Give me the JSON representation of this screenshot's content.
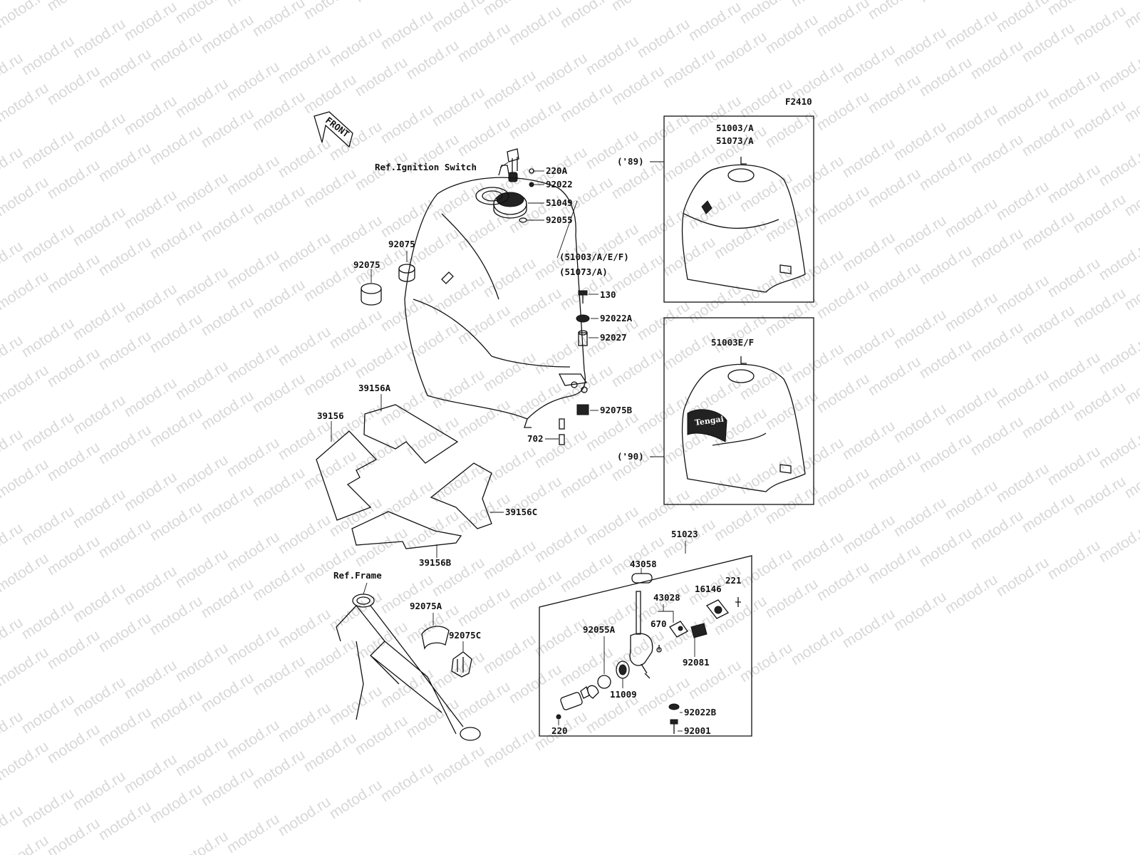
{
  "watermark": "motod.ru",
  "figure_code": "F2410",
  "front_arrow": "FRONT",
  "references": {
    "ignition_switch": "Ref.Ignition Switch",
    "frame": "Ref.Frame"
  },
  "model_years": {
    "y89": "('89)",
    "y90": "('90)"
  },
  "tank_labels": {
    "main_line1": "(51003/A/E/F)",
    "main_line2": "(51073/A)",
    "box89_line1": "51003/A",
    "box89_line2": "51073/A",
    "box90": "51003E/F",
    "assembly_51023": "51023"
  },
  "parts": {
    "p220A": "220A",
    "p92022": "92022",
    "p51049": "51049",
    "p92055": "92055",
    "p92075_top": "92075",
    "p92075_left": "92075",
    "p130": "130",
    "p92022A": "92022A",
    "p92027": "92027",
    "p92075B": "92075B",
    "p702": "702",
    "p39156A": "39156A",
    "p39156": "39156",
    "p39156C": "39156C",
    "p39156B": "39156B",
    "p92075A": "92075A",
    "p92075C": "92075C",
    "p43058": "43058",
    "p221": "221",
    "p16146": "16146",
    "p43028": "43028",
    "p670": "670",
    "p92055A": "92055A",
    "p92081": "92081",
    "p11009": "11009",
    "p92022B": "92022B",
    "p220": "220",
    "p92001": "92001"
  },
  "decal_text": "Tengai"
}
